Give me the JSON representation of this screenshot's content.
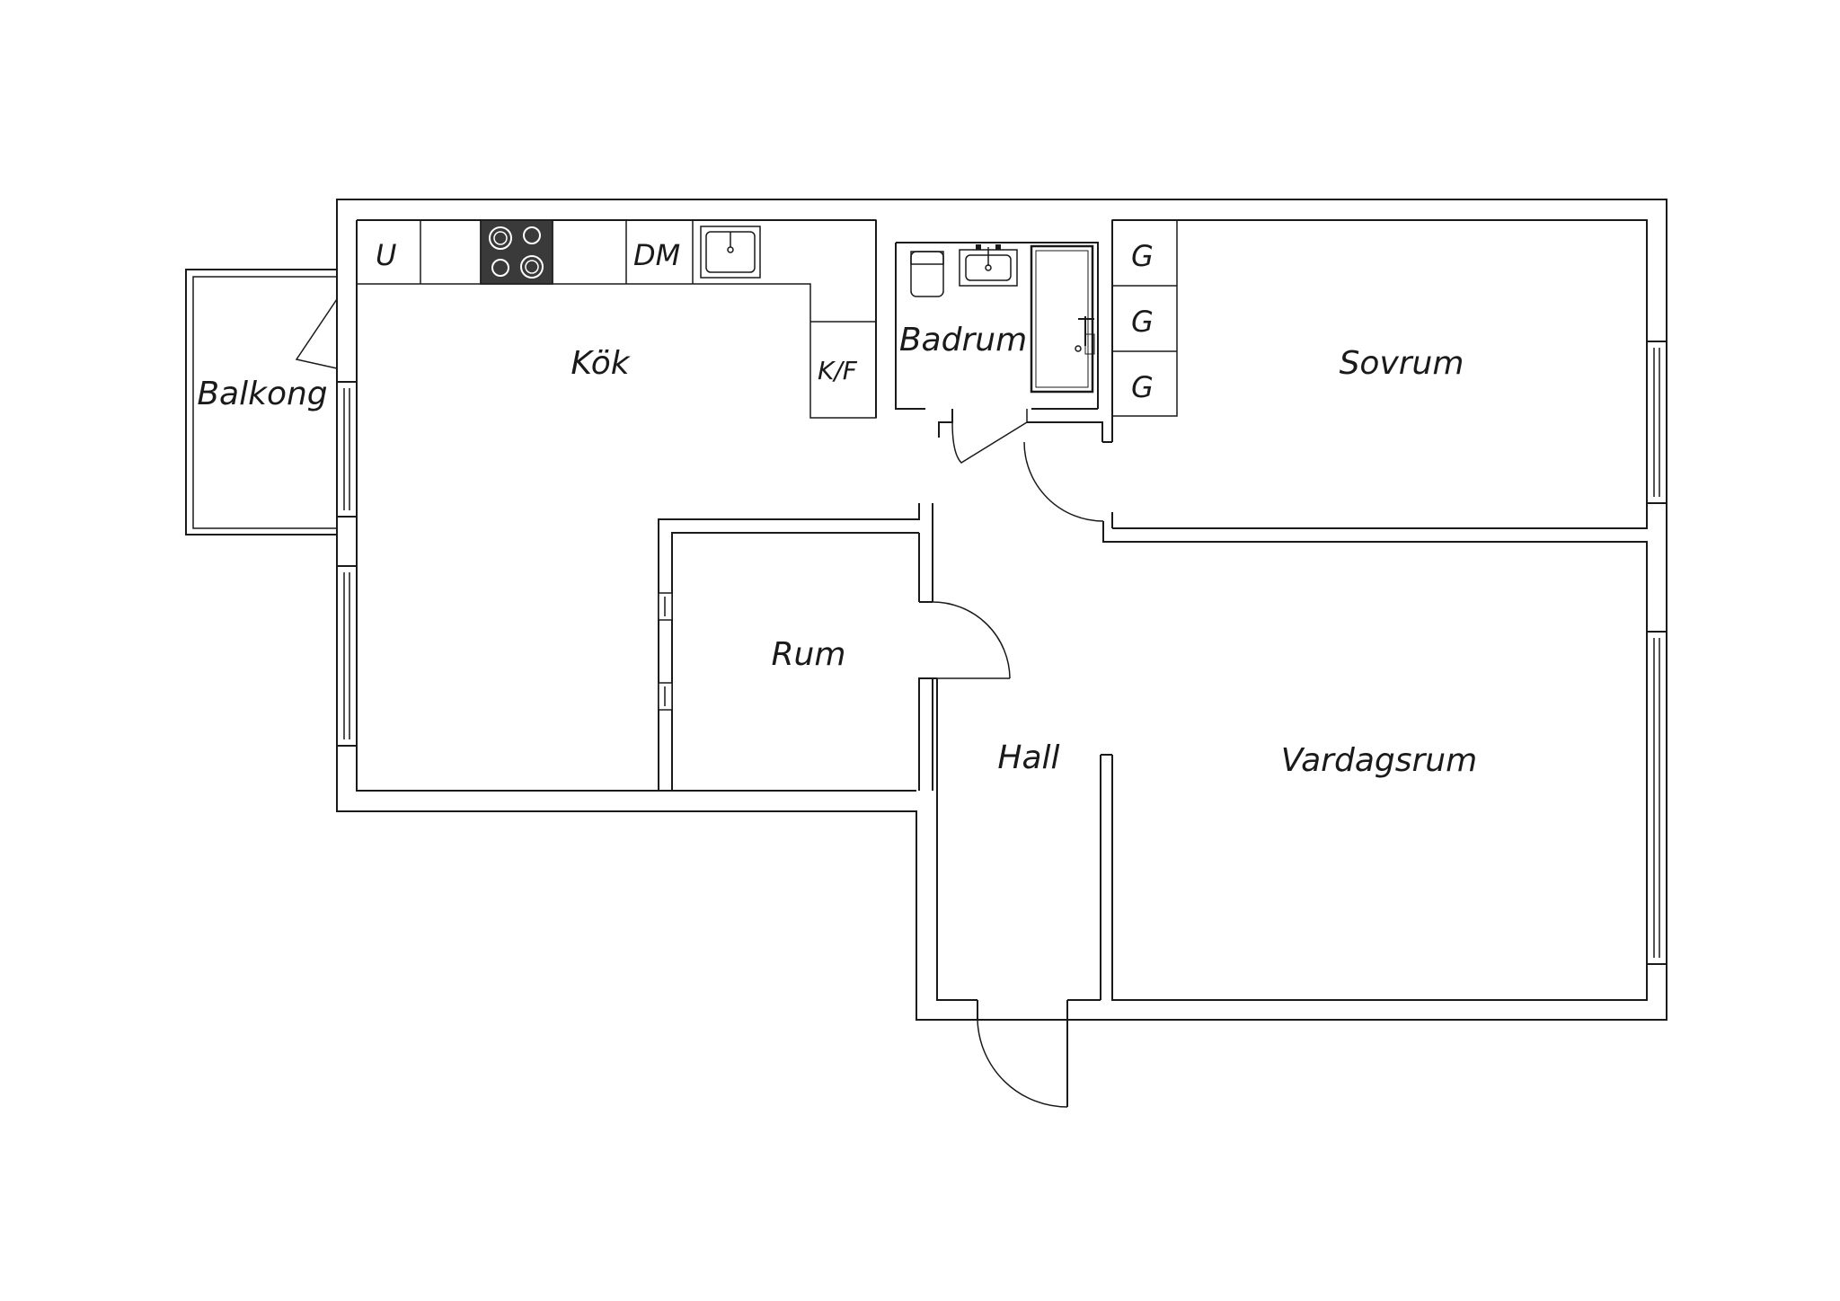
{
  "rooms": {
    "kok": "Kök",
    "badrum": "Badrum",
    "sovrum": "Sovrum",
    "balkong": "Balkong",
    "rum": "Rum",
    "hall": "Hall",
    "vardagsrum": "Vardagsrum"
  },
  "fixtures": {
    "u": "U",
    "dm": "DM",
    "kf": "K/F",
    "g1": "G",
    "g2": "G",
    "g3": "G"
  },
  "colors": {
    "line": "#1a1a1a",
    "background": "#ffffff",
    "stove": "#3a3a3a"
  }
}
